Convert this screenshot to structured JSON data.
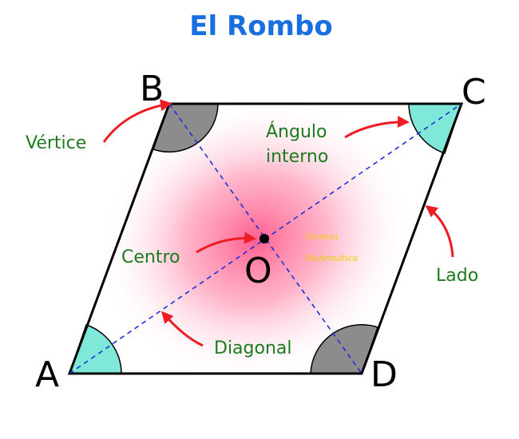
{
  "title": "El Rombo",
  "vertices": {
    "a": "A",
    "b": "B",
    "c": "C",
    "d": "D"
  },
  "center": {
    "label": "O"
  },
  "labels": {
    "vertice": "Vértice",
    "angulo_line1": "Ángulo",
    "angulo_line2": "interno",
    "centro": "Centro",
    "lado": "Lado",
    "diagonal": "Diagonal"
  },
  "watermark": {
    "line1": "Ciencia",
    "line2": "Matemática"
  },
  "colors": {
    "title": "#1a6fe0",
    "label": "#1e7a1e",
    "arrow": "#ee1c25",
    "diagonal": "#1f2fd6",
    "obtuse_angle": "#8c8c8c",
    "acute_angle": "#7fe8d8",
    "outline": "#000000",
    "glow": "#ff3c78",
    "watermark": "#e8d000"
  }
}
